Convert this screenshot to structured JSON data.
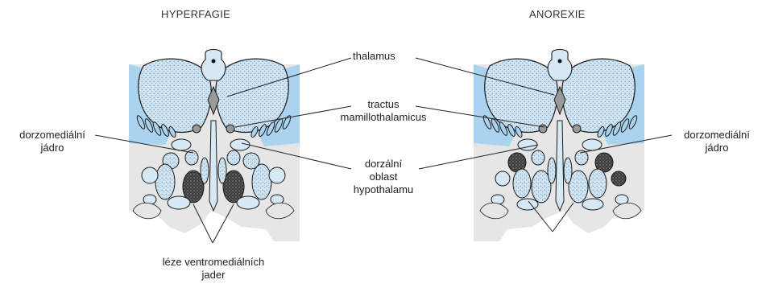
{
  "titles": {
    "left": "HYPERFAGIE",
    "right": "ANOREXIE"
  },
  "labels": {
    "thalamus": "thalamus",
    "tractus_line1": "tractus",
    "tractus_line2": "mamillothalamicus",
    "dorsomedial_left_line1": "dorzomediální",
    "dorsomedial_left_line2": "jádro",
    "dorsomedial_right_line1": "dorzomediální",
    "dorsomedial_right_line2": "jádro",
    "dorsal_line1": "dorzální",
    "dorsal_line2": "oblast",
    "dorsal_line3": "hypothalamu",
    "lesion_line1": "léze ventromediálních",
    "lesion_line2": "jader"
  },
  "colors": {
    "light_blue": "#d6e8f4",
    "mid_blue": "#a9d3ee",
    "grey_fill": "#e6e6e6",
    "lesion": "#4a4a4a",
    "outline": "#1a1a1a"
  }
}
